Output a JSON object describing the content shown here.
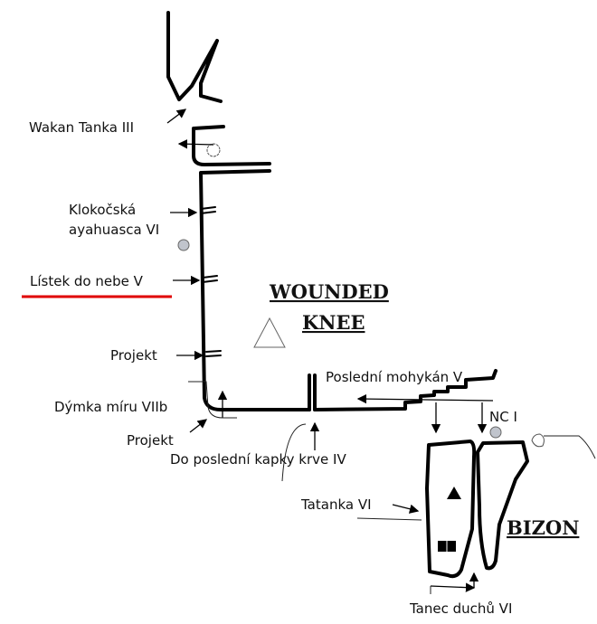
{
  "title": "Wounded Knee / Bizon topo",
  "sectors": {
    "wounded_knee_line1": "WOUNDED",
    "wounded_knee_line2": "KNEE",
    "bizon": "BIZON"
  },
  "routes": [
    {
      "name": "Wakan Tanka III"
    },
    {
      "name": "Klokočská",
      "name2": "ayahuasca VI"
    },
    {
      "name": "Lístek do nebe V",
      "highlighted": true
    },
    {
      "name": "Projekt"
    },
    {
      "name": "Dýmka míru VIIb"
    },
    {
      "name": "Projekt"
    },
    {
      "name": "Do poslední kapky krve IV"
    },
    {
      "name": "Poslední mohykán V"
    },
    {
      "name": "NC I"
    },
    {
      "name": "Tatanka VI"
    },
    {
      "name": "Tanec duchů VI"
    }
  ],
  "colors": {
    "highlight": "#e00000",
    "bolt": "#c0c4cc"
  }
}
